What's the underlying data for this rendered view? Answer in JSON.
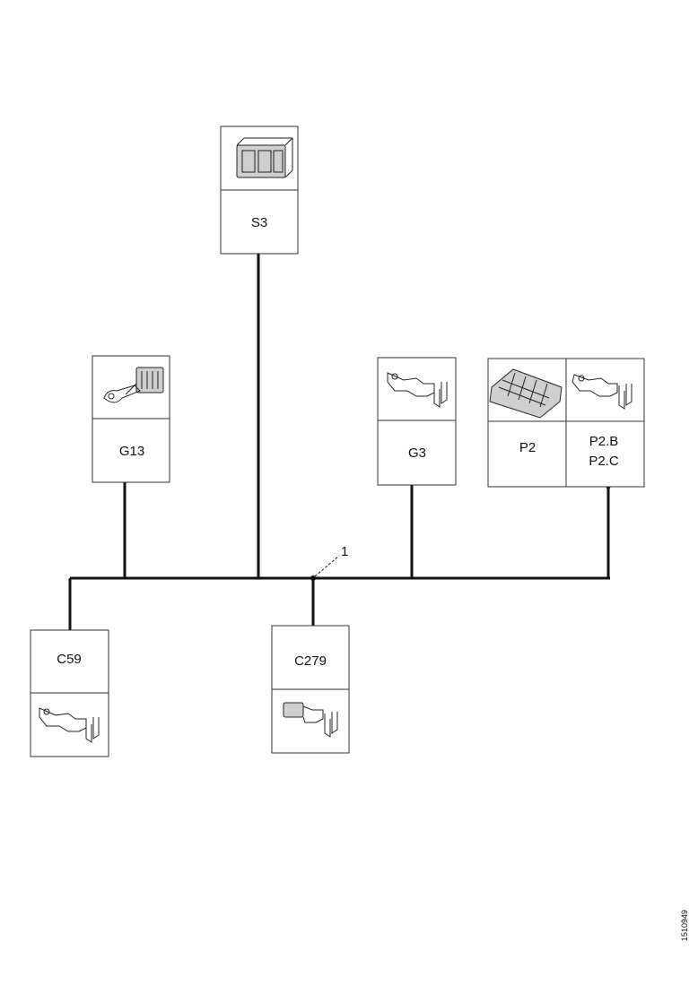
{
  "components": {
    "s3": {
      "label": "S3",
      "icon": "switch-icon"
    },
    "g13": {
      "label": "G13",
      "icon": "ground-terminal-icon"
    },
    "g3": {
      "label": "G3",
      "icon": "terminal-icon"
    },
    "p2": {
      "label": "P2",
      "icon": "connector-block-icon"
    },
    "p2bc": {
      "label_1": "P2.B",
      "label_2": "P2.C",
      "icon": "terminal-icon"
    },
    "c59": {
      "label": "C59",
      "icon": "terminal-icon"
    },
    "c279": {
      "label": "C279",
      "icon": "terminal-icon"
    }
  },
  "harness": {
    "label": "1"
  },
  "reference": {
    "code": "1510949"
  },
  "colors": {
    "line": "#111111",
    "box_border": "#333333"
  }
}
